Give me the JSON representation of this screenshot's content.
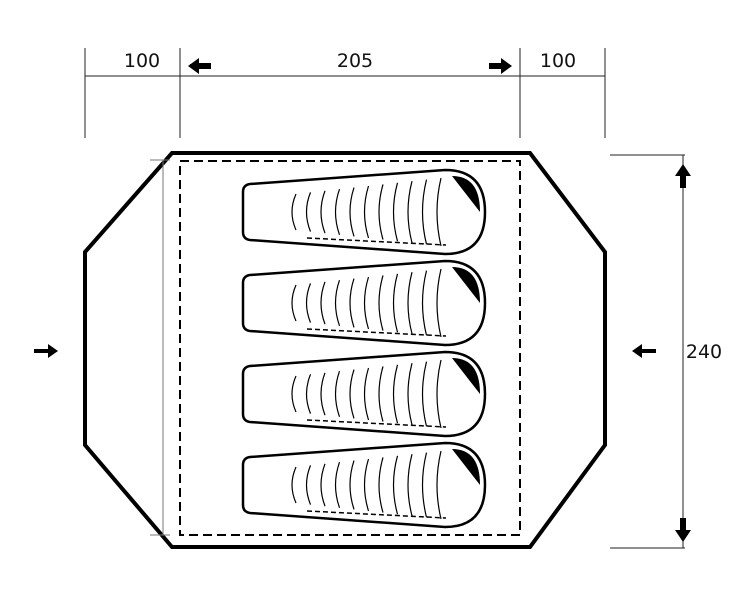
{
  "title": "Tent floor plan",
  "dimensions": {
    "left_vestibule": "100",
    "inner_length": "205",
    "right_vestibule": "100",
    "width": "240"
  },
  "sleeping_bags": 4,
  "colors": {
    "line": "#000000",
    "background": "#ffffff"
  }
}
